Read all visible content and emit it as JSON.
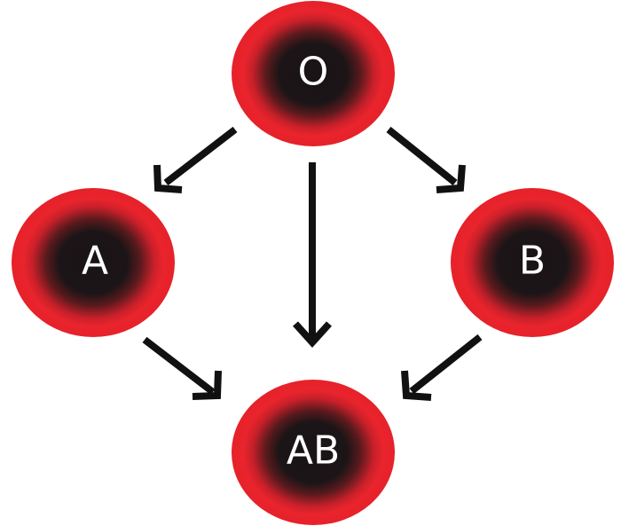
{
  "diagram": {
    "nodes": {
      "o": "O",
      "a": "A",
      "b": "B",
      "ab": "AB"
    },
    "colors": {
      "cell_red": "#e8232b",
      "cell_center": "#1a1416",
      "arrow": "#111111",
      "label": "#ffffff"
    },
    "edges": [
      {
        "from": "O",
        "to": "A"
      },
      {
        "from": "O",
        "to": "B"
      },
      {
        "from": "O",
        "to": "AB"
      },
      {
        "from": "A",
        "to": "AB"
      },
      {
        "from": "B",
        "to": "AB"
      }
    ]
  }
}
